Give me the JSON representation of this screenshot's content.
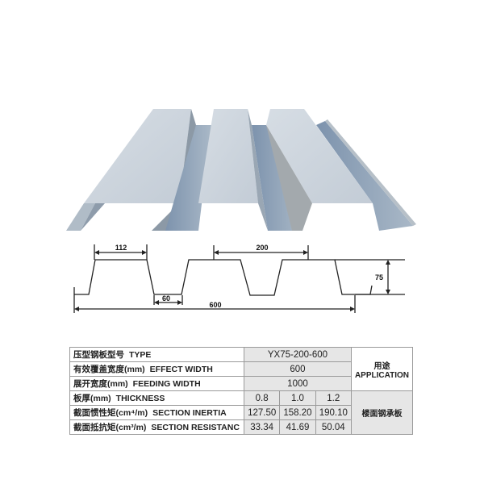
{
  "product": {
    "render_colors": {
      "top": "#c9d3dc",
      "web": "#9aa8b6",
      "valley": "#7f97b2",
      "shadow": "#6f7f90"
    }
  },
  "profile_dims": {
    "top_flange": "112",
    "bottom_flange": "60",
    "pitch": "200",
    "height": "75",
    "total_width": "600"
  },
  "table": {
    "rows": [
      {
        "cn": "压型钢板型号",
        "en": "TYPE",
        "value": "YX75-200-600"
      },
      {
        "cn": "有效覆盖宽度(mm)",
        "en": "EFFECT WIDTH",
        "value": "600"
      },
      {
        "cn": "展开宽度(mm)",
        "en": "FEEDING WIDTH",
        "value": "1000"
      },
      {
        "cn": "板厚(mm)",
        "en": "THICKNESS",
        "values": [
          "0.8",
          "1.0",
          "1.2"
        ]
      },
      {
        "cn": "截面惯性矩(cm⁴/m)",
        "en": "SECTION INERTIA",
        "values": [
          "127.50",
          "158.20",
          "190.10"
        ]
      },
      {
        "cn": "截面抵抗矩(cm³/m)",
        "en": "SECTION RESISTANC",
        "values": [
          "33.34",
          "41.69",
          "50.04"
        ]
      }
    ],
    "application": {
      "cn": "用途",
      "en": "APPLICATION",
      "value": "楼面钢承板"
    }
  }
}
